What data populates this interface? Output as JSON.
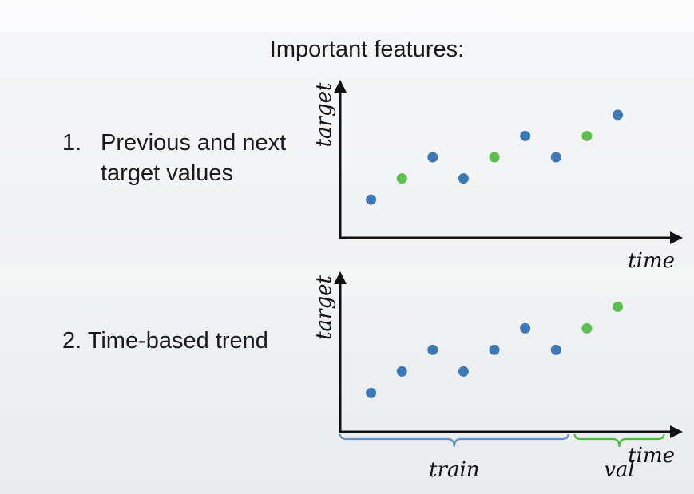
{
  "heading": "Important features:",
  "items": [
    {
      "number": "1.",
      "line1": "Previous and next",
      "line2": "target values"
    },
    {
      "text": "2. Time-based trend"
    }
  ],
  "colors": {
    "train_point": "#3b78b5",
    "val_point": "#5cc04f",
    "train_bracket": "#6a8fc0",
    "val_bracket": "#4cba44",
    "axis": "#111111"
  },
  "chart_data": [
    {
      "type": "scatter",
      "xlabel": "time",
      "ylabel": "target",
      "points": [
        {
          "x": 1,
          "y": 1.0,
          "group": "train"
        },
        {
          "x": 2,
          "y": 2.0,
          "group": "val"
        },
        {
          "x": 3,
          "y": 3.0,
          "group": "train"
        },
        {
          "x": 4,
          "y": 2.0,
          "group": "train"
        },
        {
          "x": 5,
          "y": 3.0,
          "group": "val"
        },
        {
          "x": 6,
          "y": 4.0,
          "group": "train"
        },
        {
          "x": 7,
          "y": 3.0,
          "group": "train"
        },
        {
          "x": 8,
          "y": 4.0,
          "group": "val"
        },
        {
          "x": 9,
          "y": 5.0,
          "group": "train"
        }
      ],
      "xlim": [
        0,
        10.8
      ],
      "ylim": [
        -0.8,
        6.2
      ]
    },
    {
      "type": "scatter",
      "xlabel": "time",
      "ylabel": "target",
      "points": [
        {
          "x": 1,
          "y": 1.0,
          "group": "train"
        },
        {
          "x": 2,
          "y": 2.0,
          "group": "train"
        },
        {
          "x": 3,
          "y": 3.0,
          "group": "train"
        },
        {
          "x": 4,
          "y": 2.0,
          "group": "train"
        },
        {
          "x": 5,
          "y": 3.0,
          "group": "train"
        },
        {
          "x": 6,
          "y": 4.0,
          "group": "train"
        },
        {
          "x": 7,
          "y": 3.0,
          "group": "train"
        },
        {
          "x": 8,
          "y": 4.0,
          "group": "val"
        },
        {
          "x": 9,
          "y": 5.0,
          "group": "val"
        }
      ],
      "xlim": [
        0,
        10.8
      ],
      "ylim": [
        -0.8,
        6.2
      ],
      "brackets": [
        {
          "label": "train",
          "from": 0,
          "to": 7.5
        },
        {
          "label": "val",
          "from": 7.5,
          "to": 10.5
        }
      ]
    }
  ]
}
